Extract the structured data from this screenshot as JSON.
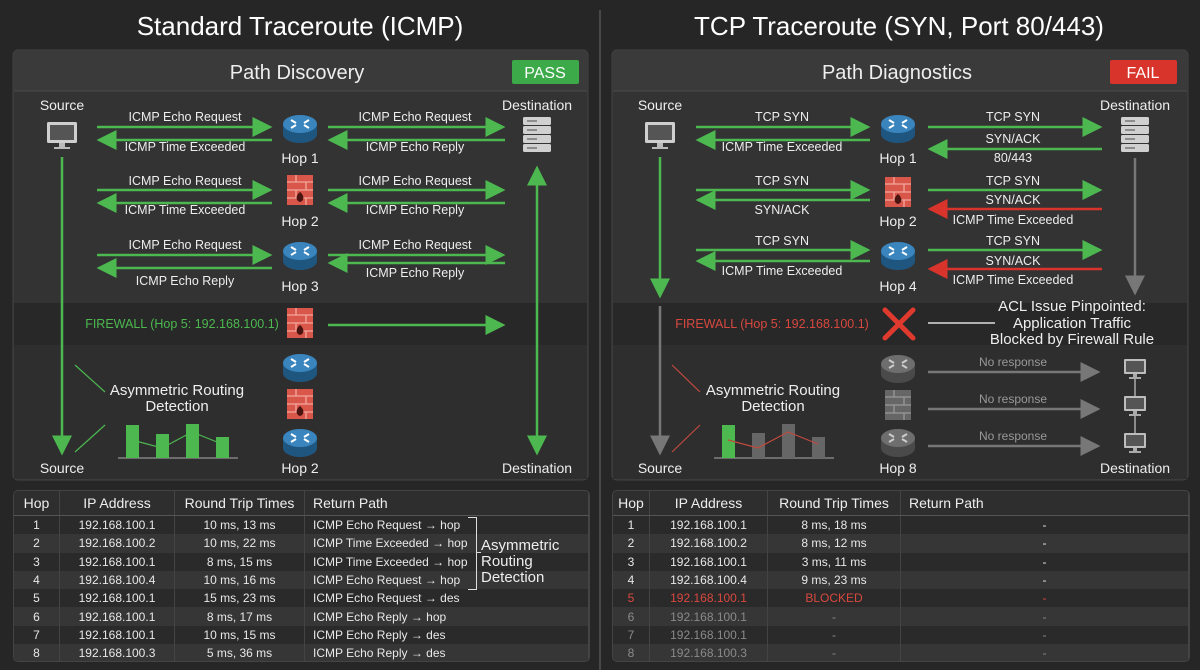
{
  "left": {
    "title": "Standard Traceroute (ICMP)",
    "panel_title": "Path Discovery",
    "status": "PASS",
    "source": "Source",
    "destination": "Destination",
    "rows": [
      {
        "hop": "Hop 1",
        "l_top": "ICMP Echo Request",
        "l_bot": "ICMP Time Exceeded",
        "r_top": "ICMP Echo Request",
        "r_bot": "ICMP Echo Reply"
      },
      {
        "hop": "Hop 2",
        "l_top": "ICMP Echo Request",
        "l_bot": "ICMP Time Exceeded",
        "r_top": "ICMP Echo Request",
        "r_bot": "ICMP Echo Reply"
      },
      {
        "hop": "Hop 3",
        "l_top": "ICMP Echo Request",
        "l_bot": "ICMP Echo Reply",
        "r_top": "ICMP Echo Request",
        "r_bot": "ICMP Echo Reply"
      }
    ],
    "firewall_label": "FIREWALL (Hop 5: 192.168.100.1)",
    "asym_line1": "Asymmetric Routing",
    "asym_line2": "Detection",
    "bottom_hop": "Hop 2",
    "bottom_source": "Source",
    "bottom_destination": "Destination",
    "table": {
      "headers": [
        "Hop",
        "IP Address",
        "Round Trip Times",
        "Return Path"
      ],
      "rows": [
        [
          "1",
          "192.168.100.1",
          "10 ms, 13 ms",
          "ICMP Echo Request → hop"
        ],
        [
          "2",
          "192.168.100.2",
          "10 ms, 22 ms",
          "ICMP Time Exceeded → hop"
        ],
        [
          "3",
          "192.168.100.1",
          "8 ms, 15 ms",
          "ICMP Time Exceeded → hop"
        ],
        [
          "4",
          "192.168.100.4",
          "10 ms, 16 ms",
          "ICMP Echo Request → hop"
        ],
        [
          "5",
          "192.168.100.1",
          "15 ms, 23 ms",
          "ICMP Echo Request → des"
        ],
        [
          "6",
          "192.168.100.1",
          "8 ms, 17 ms",
          "ICMP Echo Reply → hop"
        ],
        [
          "7",
          "192.168.100.1",
          "10 ms, 15 ms",
          "ICMP Echo Reply → des"
        ],
        [
          "8",
          "192.168.100.3",
          "5 ms, 36 ms",
          "ICMP Echo Reply → des"
        ]
      ],
      "annotation": [
        "Asymmetric",
        "Routing",
        "Detection"
      ]
    }
  },
  "right": {
    "title": "TCP Traceroute (SYN, Port 80/443)",
    "panel_title": "Path Diagnostics",
    "status": "FAIL",
    "source": "Source",
    "destination": "Destination",
    "rows": [
      {
        "hop": "Hop 1",
        "l_top": "TCP SYN",
        "l_bot": "ICMP Time Exceeded",
        "r_top": "TCP SYN",
        "r_mid": "SYN/ACK",
        "r_bot": "80/443"
      },
      {
        "hop": "Hop 2",
        "l_top": "TCP SYN",
        "l_bot": "SYN/ACK",
        "r_top": "TCP SYN",
        "r_mid": "SYN/ACK",
        "r_bot": "ICMP Time Exceeded"
      },
      {
        "hop": "Hop 4",
        "l_top": "TCP SYN",
        "l_bot": "ICMP Time Exceeded",
        "r_top": "TCP SYN",
        "r_mid": "SYN/ACK",
        "r_bot": "ICMP Time Exceeded"
      }
    ],
    "firewall_label": "FIREWALL (Hop 5: 192.168.100.1)",
    "acl_lines": [
      "ACL Issue Pinpointed:",
      "Application Traffic",
      "Blocked by Firewall Rule"
    ],
    "no_response": [
      "No response",
      "No response",
      "No response"
    ],
    "asym_line1": "Asymmetric Routing",
    "asym_line2": "Detection",
    "bottom_hop": "Hop 8",
    "bottom_source": "Source",
    "bottom_destination": "Destination",
    "table": {
      "headers": [
        "Hop",
        "IP Address",
        "Round Trip Times",
        "Return Path"
      ],
      "rows": [
        [
          "1",
          "192.168.100.1",
          "8 ms, 18 ms",
          "-"
        ],
        [
          "2",
          "192.168.100.2",
          "8 ms, 12 ms",
          "-"
        ],
        [
          "3",
          "192.168.100.1",
          "3 ms, 11 ms",
          "-"
        ],
        [
          "4",
          "192.168.100.4",
          "9 ms, 23 ms",
          "-"
        ],
        [
          "5",
          "192.168.100.1",
          "BLOCKED",
          "-"
        ],
        [
          "6",
          "192.168.100.1",
          "-",
          "-"
        ],
        [
          "7",
          "192.168.100.1",
          "-",
          "-"
        ],
        [
          "8",
          "192.168.100.3",
          "-",
          "-"
        ]
      ],
      "blocked_row": 4
    }
  },
  "colors": {
    "green": "#4cb84f",
    "red": "#d9342b",
    "grey": "#777777",
    "router": "#2f74a8",
    "firewall": "#d9574a"
  }
}
